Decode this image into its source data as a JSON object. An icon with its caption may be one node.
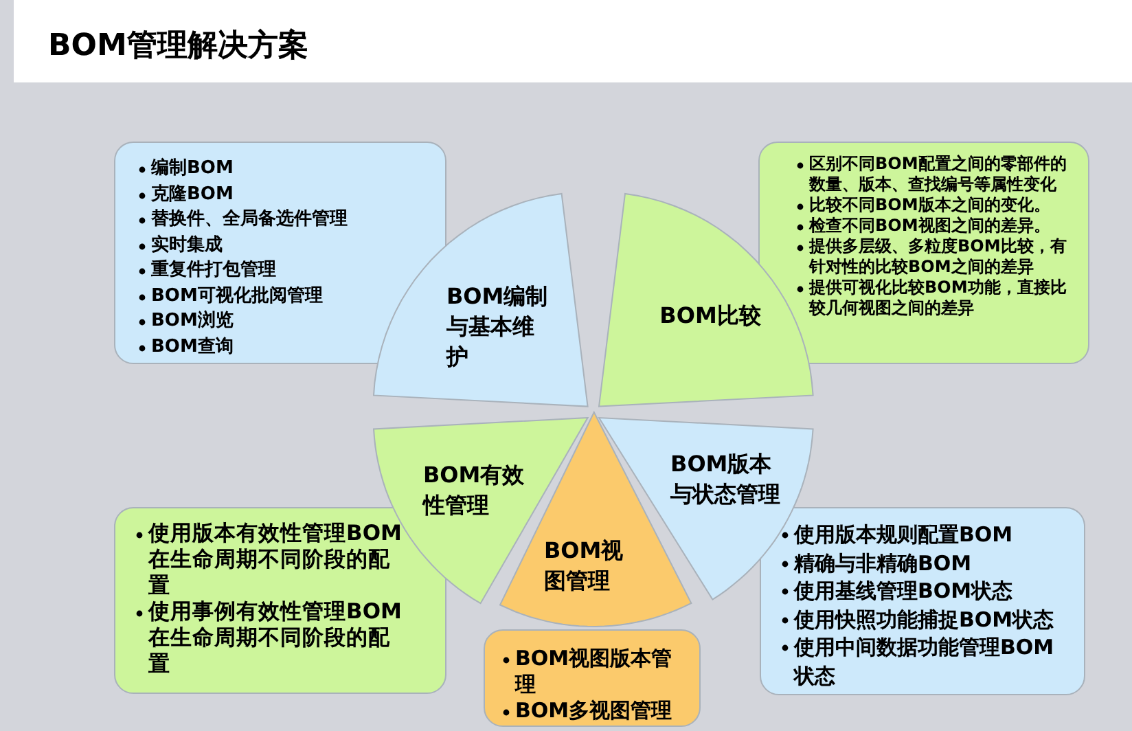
{
  "diagram": {
    "title": "BOM管理解决方案",
    "nodes": [
      {
        "text": [
          "编制BOM",
          "克隆BOM",
          "替换件、全局备选件管理",
          "实时集成",
          "重复件打包管理",
          "BOM可视化批阅管理",
          "BOM浏览",
          "BOM查询"
        ]
      },
      {
        "text": [
          "BOM编制与基本维护"
        ]
      },
      {
        "text": [
          "BOM比较"
        ]
      },
      {
        "text": [
          "区别不同BOM配置之间的零部件的数量、版本、查找编号等属性变化",
          "比较不同BOM版本之间的变化。",
          "检查不同BOM视图之间的差异。",
          "提供多层级、多粒度BOM比较，有针对性的比较BOM之间的差异",
          "提供可视化比较BOM功能，直接比较几何视图之间的差异"
        ]
      },
      {
        "text": [
          "BOM有效性管理"
        ]
      },
      {
        "text": [
          "BOM版本与状态管理"
        ]
      },
      {
        "text": [
          "BOM视图管理"
        ]
      },
      {
        "text": [
          "使用版本有效性管理BOM在生命周期不同阶段的配置",
          "使用事例有效性管理BOM在生命周期不同阶段的配置"
        ]
      },
      {
        "text": [
          "BOM视图版本管理",
          "BOM多视图管理"
        ]
      },
      {
        "text": [
          "使用版本规则配置BOM",
          "精确与非精确BOM",
          "使用基线管理BOM状态",
          "使用快照功能捕捉BOM状态",
          "使用中间数据功能管理BOM状态"
        ]
      }
    ]
  }
}
